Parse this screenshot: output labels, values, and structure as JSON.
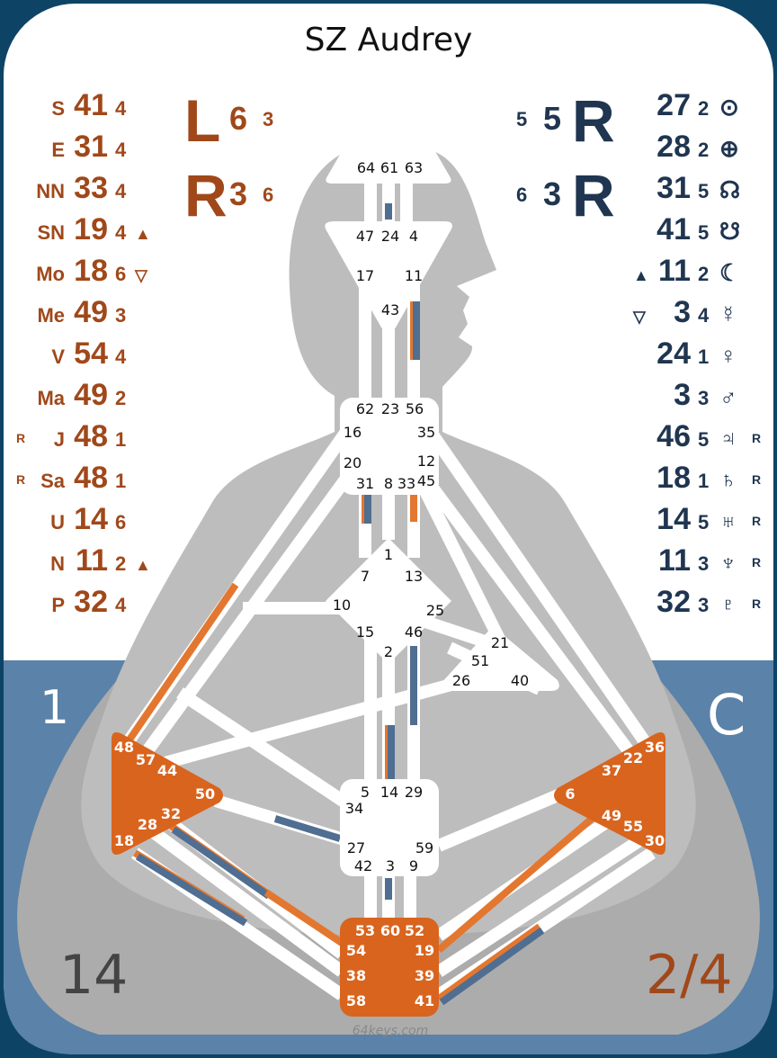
{
  "title": "SZ Audrey",
  "watermark": "64keys.com",
  "colors": {
    "design": "#a0481a",
    "personality": "#1f3550",
    "defined_center": "#d9641e",
    "channel_design": "#e3772f",
    "channel_personality": "#4f6e91",
    "band": "#5b82a8",
    "body": "#bdbdbd"
  },
  "corners": {
    "top_left": "1",
    "top_right": "C",
    "bottom_left": "14",
    "bottom_right": "2/4"
  },
  "variables": {
    "design": [
      {
        "letter": "L",
        "number": "6",
        "sub": "3"
      },
      {
        "letter": "R",
        "number": "3",
        "sub": "6"
      }
    ],
    "personality": [
      {
        "sub": "5",
        "number": "5",
        "letter": "R"
      },
      {
        "sub": "6",
        "number": "3",
        "letter": "R"
      }
    ]
  },
  "design_column": [
    {
      "prefix": "",
      "label": "S",
      "gate": "41",
      "line": "4",
      "mark": ""
    },
    {
      "prefix": "",
      "label": "E",
      "gate": "31",
      "line": "4",
      "mark": ""
    },
    {
      "prefix": "",
      "label": "NN",
      "gate": "33",
      "line": "4",
      "mark": ""
    },
    {
      "prefix": "",
      "label": "SN",
      "gate": "19",
      "line": "4",
      "mark": "▲"
    },
    {
      "prefix": "",
      "label": "Mo",
      "gate": "18",
      "line": "6",
      "mark": "▽"
    },
    {
      "prefix": "",
      "label": "Me",
      "gate": "49",
      "line": "3",
      "mark": ""
    },
    {
      "prefix": "",
      "label": "V",
      "gate": "54",
      "line": "4",
      "mark": ""
    },
    {
      "prefix": "",
      "label": "Ma",
      "gate": "49",
      "line": "2",
      "mark": ""
    },
    {
      "prefix": "R",
      "label": "J",
      "gate": "48",
      "line": "1",
      "mark": ""
    },
    {
      "prefix": "R",
      "label": "Sa",
      "gate": "48",
      "line": "1",
      "mark": ""
    },
    {
      "prefix": "",
      "label": "U",
      "gate": "14",
      "line": "6",
      "mark": ""
    },
    {
      "prefix": "",
      "label": "N",
      "gate": "11",
      "line": "2",
      "mark": "▲"
    },
    {
      "prefix": "",
      "label": "P",
      "gate": "32",
      "line": "4",
      "mark": ""
    }
  ],
  "personality_column": [
    {
      "mark": "",
      "gate": "27",
      "line": "2",
      "symbol": "⊙",
      "suffix": ""
    },
    {
      "mark": "",
      "gate": "28",
      "line": "2",
      "symbol": "⊕",
      "suffix": ""
    },
    {
      "mark": "",
      "gate": "31",
      "line": "5",
      "symbol": "☊",
      "suffix": ""
    },
    {
      "mark": "",
      "gate": "41",
      "line": "5",
      "symbol": "☋",
      "suffix": ""
    },
    {
      "mark": "▲",
      "gate": "11",
      "line": "2",
      "symbol": "☾",
      "suffix": ""
    },
    {
      "mark": "▽",
      "gate": "3",
      "line": "4",
      "symbol": "☿",
      "suffix": ""
    },
    {
      "mark": "",
      "gate": "24",
      "line": "1",
      "symbol": "♀",
      "suffix": ""
    },
    {
      "mark": "",
      "gate": "3",
      "line": "3",
      "symbol": "♂",
      "suffix": ""
    },
    {
      "mark": "",
      "gate": "46",
      "line": "5",
      "symbol": "♃",
      "suffix": "R"
    },
    {
      "mark": "",
      "gate": "18",
      "line": "1",
      "symbol": "♄",
      "suffix": "R"
    },
    {
      "mark": "",
      "gate": "14",
      "line": "5",
      "symbol": "♅",
      "suffix": "R"
    },
    {
      "mark": "",
      "gate": "11",
      "line": "3",
      "symbol": "♆",
      "suffix": "R"
    },
    {
      "mark": "",
      "gate": "32",
      "line": "3",
      "symbol": "♇",
      "suffix": "R"
    }
  ],
  "centers": [
    {
      "id": "head",
      "defined": false,
      "gates": [
        "64",
        "61",
        "63"
      ]
    },
    {
      "id": "ajna",
      "defined": false,
      "gates": [
        "47",
        "24",
        "4",
        "17",
        "11",
        "43"
      ]
    },
    {
      "id": "throat",
      "defined": false,
      "gates": [
        "62",
        "23",
        "56",
        "16",
        "35",
        "20",
        "12",
        "31",
        "8",
        "33",
        "45"
      ]
    },
    {
      "id": "g",
      "defined": false,
      "gates": [
        "1",
        "7",
        "13",
        "10",
        "25",
        "15",
        "46",
        "2"
      ]
    },
    {
      "id": "ego",
      "defined": false,
      "gates": [
        "21",
        "51",
        "26",
        "40"
      ]
    },
    {
      "id": "spleen",
      "defined": true,
      "gates": [
        "48",
        "57",
        "44",
        "50",
        "32",
        "28",
        "18"
      ]
    },
    {
      "id": "solar-plexus",
      "defined": true,
      "gates": [
        "36",
        "22",
        "37",
        "6",
        "49",
        "55",
        "30"
      ]
    },
    {
      "id": "sacral",
      "defined": false,
      "gates": [
        "5",
        "14",
        "29",
        "34",
        "27",
        "59",
        "42",
        "3",
        "9"
      ]
    },
    {
      "id": "root",
      "defined": true,
      "gates": [
        "53",
        "60",
        "52",
        "54",
        "19",
        "38",
        "39",
        "58",
        "41"
      ]
    }
  ]
}
